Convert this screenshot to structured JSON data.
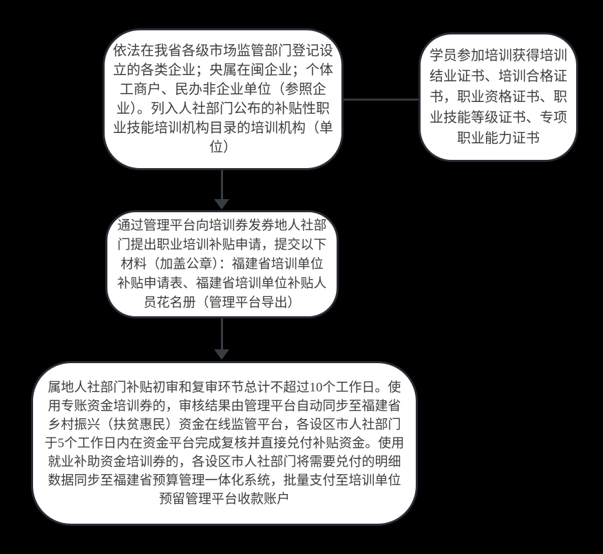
{
  "diagram": {
    "type": "flowchart",
    "background_color": "#000000",
    "node_fill_color": "#ffffff",
    "node_border_color": "#272d35",
    "text_color": "#3e3e3e",
    "connector_color": "#383d44",
    "nodes": [
      {
        "id": "eligible-entities",
        "text": "依法在我省各级市场监管部门登记设立的各类企业；央属在闽企业；个体工商户、民办非企业单位（参照企业）。列入人社部门公布的补贴性职业技能培训机构目录的培训机构（单位）"
      },
      {
        "id": "certificates",
        "text": "学员参加培训获得培训结业证书、培训合格证书，职业资格证书、职业技能等级证书、专项职业能力证书"
      },
      {
        "id": "application",
        "text": "通过管理平台向培训券发券地人社部门提出职业培训补贴申请，提交以下材料（加盖公章）：福建省培训单位补贴申请表、福建省培训单位补贴人员花名册（管理平台导出）"
      },
      {
        "id": "review-payment",
        "text": "属地人社部门补贴初审和复审环节总计不超过10个工作日。使用专账资金培训券的，审核结果由管理平台自动同步至福建省乡村振兴（扶贫惠民）资金在线监管平台，各设区市人社部门于5个工作日内在资金平台完成复核并直接兑付补贴资金。使用就业补助资金培训券的，各设区市人社部门将需要兑付的明细数据同步至福建省预算管理一体化系统，批量支付至培训单位预留管理平台收款账户"
      }
    ],
    "edges": [
      {
        "from": "certificates",
        "to": "eligible-entities",
        "style": "plain-line"
      },
      {
        "from": "eligible-entities",
        "to": "application",
        "style": "arrow-down"
      },
      {
        "from": "application",
        "to": "review-payment",
        "style": "arrow-down"
      }
    ]
  }
}
